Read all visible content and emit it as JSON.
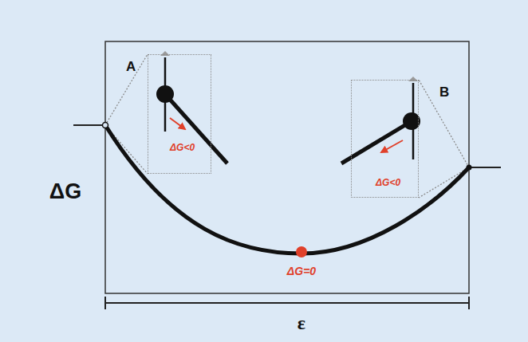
{
  "diagram": {
    "nodes": [
      {
        "text": [
          "A",
          "ΔG<0"
        ]
      },
      {
        "text": [
          "B",
          "ΔG<0"
        ]
      }
    ],
    "labels": [
      "ΔG",
      "ΔG=0",
      "ε"
    ]
  }
}
